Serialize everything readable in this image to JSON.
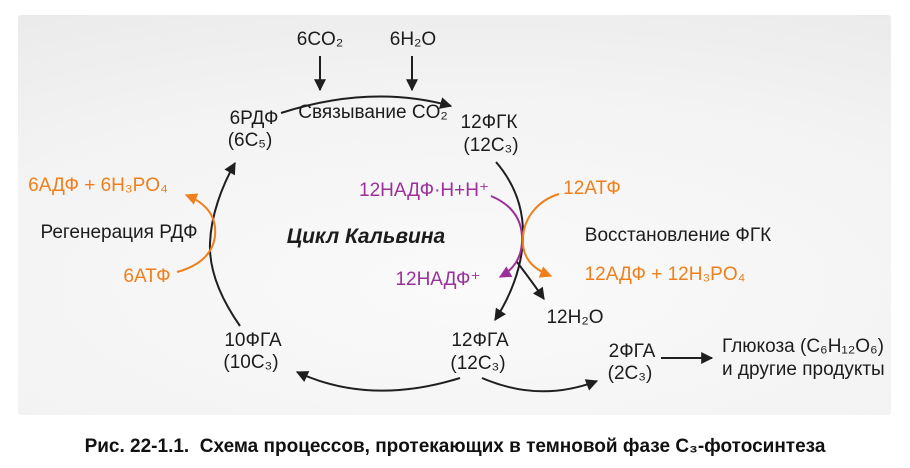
{
  "colors": {
    "line": "#1f1f1f",
    "orange": "#EF7F1B",
    "purple": "#9B309B"
  },
  "top": {
    "co2": "6CO₂",
    "h2o": "6H₂O"
  },
  "cycle": {
    "title": "Цикл Кальвина",
    "fixation": "Связывание CO₂",
    "rdf": "6РДФ",
    "rdf_c": "(6C₅)",
    "fgk": "12ФГК",
    "fgk_c": "(12C₃)",
    "fga12": "12ФГА",
    "fga12_c": "(12C₃)",
    "fga10": "10ФГА",
    "fga10_c": "(10C₃)"
  },
  "reduction": {
    "label": "Восстановление ФГК",
    "nadph_in": "12НАДФ·H+H⁺",
    "nadp_out": "12НАДФ⁺",
    "atp": "12АТФ",
    "adp": "12АДФ + 12H₃PO₄",
    "water": "12H₂O"
  },
  "regeneration": {
    "label": "Регенерация РДФ",
    "atp": "6АТФ",
    "adp": "6АДФ + 6H₃PO₄"
  },
  "output": {
    "fga2": "2ФГА",
    "fga2_c": "(2C₃)",
    "glucose1": "Глюкоза (C₆H₁₂O₆)",
    "glucose2": "и другие продукты"
  },
  "caption": "Рис. 22-1.1.  Схема процессов, протекающих в темновой фазе С₃-фотосинтеза"
}
